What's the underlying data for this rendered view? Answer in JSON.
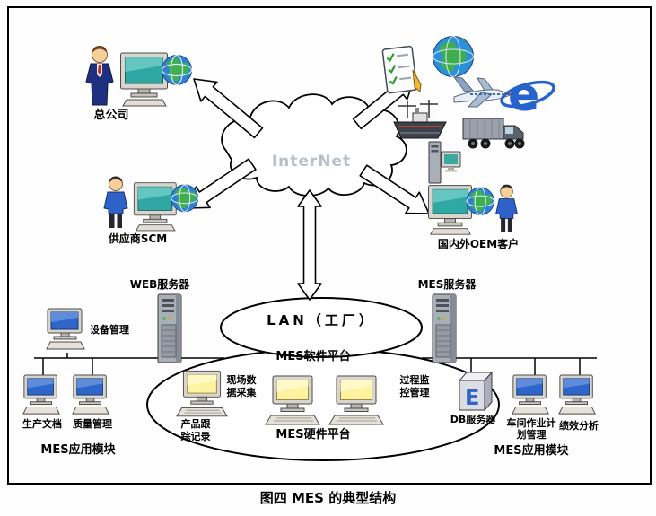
{
  "caption": "图四 MES 的典型结构",
  "cloud": {
    "label": "InterNet"
  },
  "external_nodes": {
    "head_office": "总公司",
    "supplier": "供应商SCM",
    "oem_customers": "国内外OEM客户"
  },
  "servers": {
    "web_server": "WEB服务器",
    "mes_server": "MES服务器",
    "db_server": "DB服务器"
  },
  "platform": {
    "lan": "LAN（工厂）",
    "software": "MES软件平台",
    "hardware": "MES硬件平台"
  },
  "functions": {
    "field_data_collection": "现场数据采集",
    "process_monitoring": "过程监控管理",
    "product_tracking": "产品跟踪记录",
    "equipment_mgmt": "设备管理",
    "production_docs": "生产文档",
    "quality_mgmt": "质量管理",
    "workshop_planning": "车间作业计划管理",
    "performance_analysis": "绩效分析"
  },
  "modules": {
    "left": "MES应用模块",
    "right": "MES应用模块"
  },
  "connections": [
    [
      "internet",
      "head_office"
    ],
    [
      "internet",
      "supplier"
    ],
    [
      "internet",
      "oem_customers"
    ],
    [
      "internet",
      "external_partner_icons"
    ],
    [
      "internet",
      "lan"
    ],
    [
      "lan_bus_left",
      "equipment_mgmt"
    ],
    [
      "lan_bus_left",
      "production_docs"
    ],
    [
      "lan_bus_left",
      "quality_mgmt"
    ],
    [
      "lan_bus_right",
      "db_server"
    ],
    [
      "lan_bus_right",
      "workshop_planning"
    ],
    [
      "lan_bus_right",
      "performance_analysis"
    ]
  ],
  "icons": [
    "person-icon",
    "computer-globe-icon",
    "globe-icon",
    "airplane-icon",
    "ship-icon",
    "truck-icon",
    "ie-browser-icon",
    "checklist-icon",
    "desktop-pc-icon",
    "server-tower-icon",
    "workstation-icon",
    "computer-icon",
    "db-server-icon",
    "cloud-shape"
  ],
  "colors": {
    "outline": "#000000",
    "background": "#ffffff",
    "cloud_text": "#b7c0c9",
    "accent_blue": "#2f62c9",
    "screen_teal": "#2fa8a4",
    "screen_yellow": "#fdf2a0"
  }
}
